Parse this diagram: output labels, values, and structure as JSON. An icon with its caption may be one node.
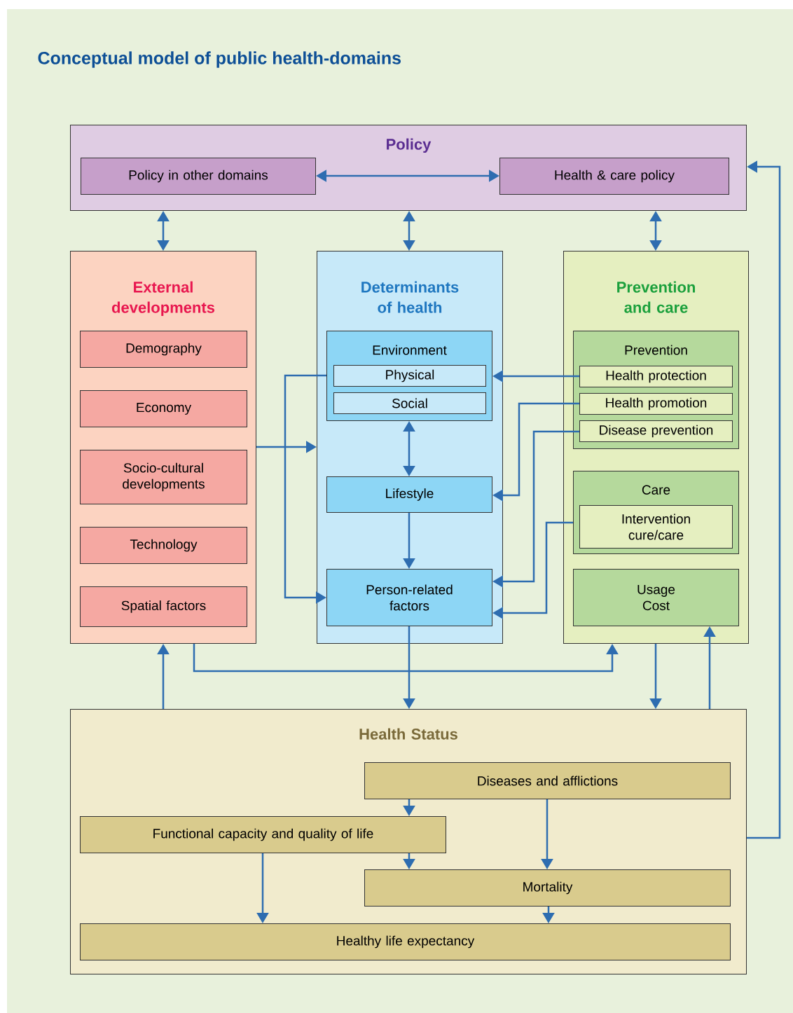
{
  "diagram": {
    "title": "Conceptual model of public health-domains",
    "nodes": [
      {
        "text": [
          "Policy"
        ]
      },
      {
        "text": [
          "Policy in other domains"
        ],
        "in": 0
      },
      {
        "text": [
          "Health & care policy"
        ],
        "in": 0
      },
      {
        "text": [
          "External developments"
        ]
      },
      {
        "text": [
          "Demography"
        ],
        "in": 3
      },
      {
        "text": [
          "Economy"
        ],
        "in": 3
      },
      {
        "text": [
          "Socio-cultural developments"
        ],
        "in": 3
      },
      {
        "text": [
          "Technology"
        ],
        "in": 3
      },
      {
        "text": [
          "Spatial factors"
        ],
        "in": 3
      },
      {
        "text": [
          "Determinants of health"
        ]
      },
      {
        "text": [
          "Environment"
        ],
        "in": 9
      },
      {
        "text": [
          "Physical"
        ],
        "in": 10
      },
      {
        "text": [
          "Social"
        ],
        "in": 10
      },
      {
        "text": [
          "Lifestyle"
        ],
        "in": 9
      },
      {
        "text": [
          "Person-related factors"
        ],
        "in": 9
      },
      {
        "text": [
          "Prevention and care"
        ]
      },
      {
        "text": [
          "Prevention"
        ],
        "in": 15
      },
      {
        "text": [
          "Health protection"
        ],
        "in": 16
      },
      {
        "text": [
          "Health promotion"
        ],
        "in": 16
      },
      {
        "text": [
          "Disease prevention"
        ],
        "in": 16
      },
      {
        "text": [
          "Care"
        ],
        "in": 15
      },
      {
        "text": [
          "Intervention cure/care"
        ],
        "in": 20
      },
      {
        "text": [
          "Usage Cost"
        ],
        "in": 15
      },
      {
        "text": [
          "Health Status"
        ]
      },
      {
        "text": [
          "Diseases and afflictions"
        ],
        "in": 23
      },
      {
        "text": [
          "Functional capacity and quality of life"
        ],
        "in": 23
      },
      {
        "text": [
          "Mortality"
        ],
        "in": 23
      },
      {
        "text": [
          "Healthy life expectancy"
        ],
        "in": 23
      }
    ],
    "edges": [
      {
        "from": 1,
        "to": 2,
        "arrow": "both"
      },
      {
        "from": 0,
        "to": 3,
        "arrow": "both"
      },
      {
        "from": 0,
        "to": 9,
        "arrow": "both"
      },
      {
        "from": 0,
        "to": 15,
        "arrow": "both"
      },
      {
        "from": 3,
        "to": 9,
        "arrow": "to"
      },
      {
        "from": 10,
        "to": 14,
        "arrow": "to"
      },
      {
        "from": 10,
        "to": 13,
        "arrow": "both"
      },
      {
        "from": 13,
        "to": 14,
        "arrow": "to"
      },
      {
        "from": 17,
        "to": 10,
        "arrow": "to"
      },
      {
        "from": 18,
        "to": 13,
        "arrow": "to"
      },
      {
        "from": 19,
        "to": 14,
        "arrow": "to"
      },
      {
        "from": 20,
        "to": 14,
        "arrow": "to"
      },
      {
        "from": 14,
        "to": 23,
        "arrow": "to"
      },
      {
        "from": 23,
        "to": 3,
        "arrow": "to"
      },
      {
        "from": 3,
        "to": 15,
        "arrow": "to"
      },
      {
        "from": 15,
        "to": 23,
        "arrow": "to"
      },
      {
        "from": 23,
        "to": 22,
        "arrow": "to"
      },
      {
        "from": 23,
        "to": 0,
        "arrow": "to"
      },
      {
        "from": 24,
        "to": 25,
        "arrow": "to"
      },
      {
        "from": 24,
        "to": 26,
        "arrow": "to"
      },
      {
        "from": 25,
        "to": 26,
        "arrow": "to"
      },
      {
        "from": 25,
        "to": 27,
        "arrow": "to"
      },
      {
        "from": 26,
        "to": 27,
        "arrow": "to"
      }
    ]
  }
}
